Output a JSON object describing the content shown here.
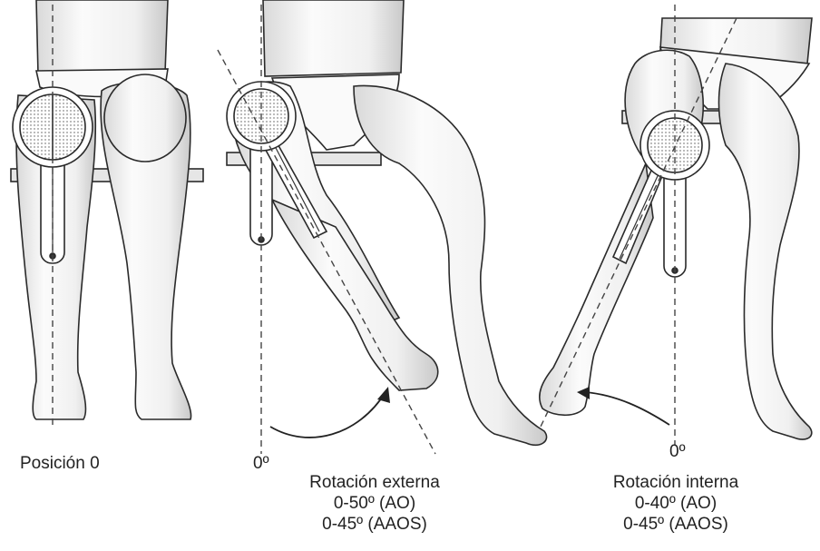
{
  "panels": [
    {
      "id": "neutral",
      "lines": [
        "Posición 0"
      ]
    },
    {
      "id": "external",
      "zero_label": "0º",
      "lines": [
        "Rotación externa",
        "0-50º (AO)",
        "0-45º (AAOS)"
      ]
    },
    {
      "id": "internal",
      "zero_label": "0º",
      "lines": [
        "Rotación interna",
        "0-40º (AO)",
        "0-45º (AAOS)"
      ]
    }
  ],
  "colors": {
    "ink": "#2a2a2a",
    "skin": "#f4f4f4",
    "shade": "#cfcfcf"
  }
}
